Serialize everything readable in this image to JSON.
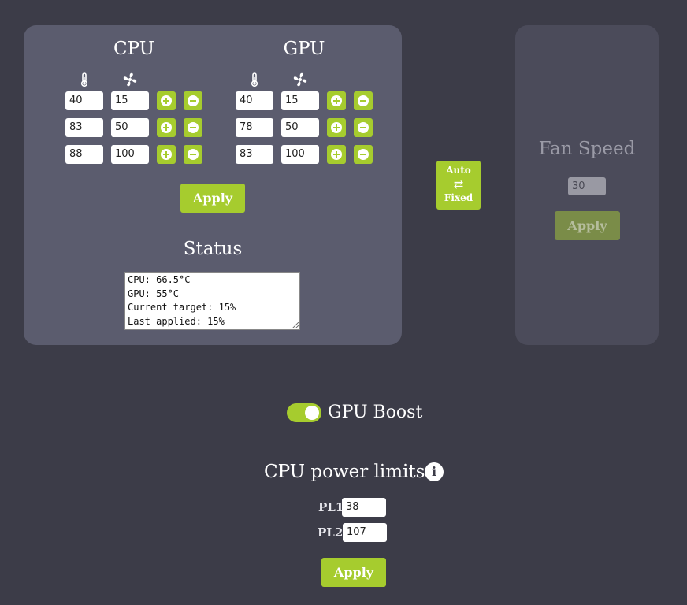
{
  "curve": {
    "cpu": {
      "title": "CPU",
      "rows": [
        {
          "temp": "40",
          "fan": "15"
        },
        {
          "temp": "83",
          "fan": "50"
        },
        {
          "temp": "88",
          "fan": "100"
        }
      ]
    },
    "gpu": {
      "title": "GPU",
      "rows": [
        {
          "temp": "40",
          "fan": "15"
        },
        {
          "temp": "78",
          "fan": "50"
        },
        {
          "temp": "83",
          "fan": "100"
        }
      ]
    },
    "apply_label": "Apply",
    "status_title": "Status",
    "status_text": "CPU: 66.5°C\nGPU: 55°C\nCurrent target: 15%\nLast applied: 15%"
  },
  "mode_toggle": {
    "top": "Auto",
    "arrows": "⇄",
    "bottom": "Fixed"
  },
  "fixed": {
    "title": "Fan Speed",
    "value": "30",
    "apply_label": "Apply"
  },
  "gpu_boost": {
    "label": "GPU Boost",
    "enabled": true
  },
  "power_limits": {
    "title": "CPU power limits",
    "info": "i",
    "pl1_label": "PL1",
    "pl1_value": "38",
    "pl2_label": "PL2",
    "pl2_value": "107",
    "apply_label": "Apply"
  },
  "icons": {
    "temp": "thermometer-icon",
    "fan": "fan-icon",
    "add": "plus-circle-icon",
    "remove": "minus-circle-icon",
    "info": "info-icon"
  },
  "colors": {
    "background": "#3c3c48",
    "panel": "#5b5c6e",
    "panel_disabled": "#4b4b5a",
    "accent": "#a6cc2e",
    "accent_disabled": "#7a8c48"
  }
}
